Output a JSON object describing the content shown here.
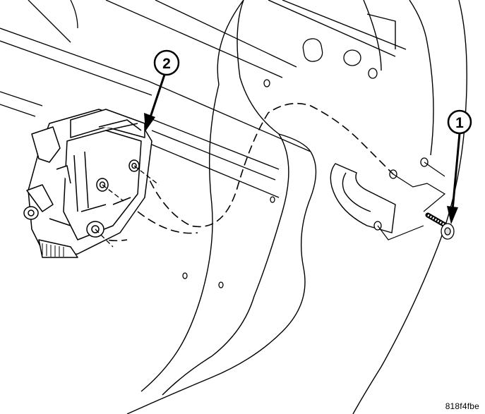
{
  "callouts": [
    {
      "number": "1",
      "refers_to": "screw"
    },
    {
      "number": "2",
      "refers_to": "door latch"
    }
  ],
  "figure_code": "818f4fbe",
  "colors": {
    "line": "#000000",
    "background": "#ffffff"
  }
}
